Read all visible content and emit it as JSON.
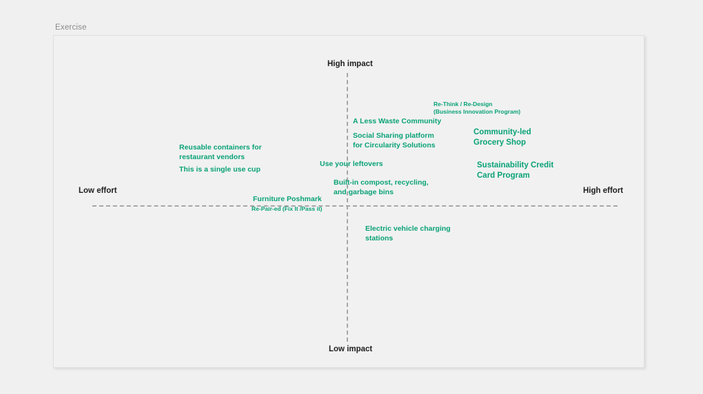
{
  "page": {
    "label": "Exercise",
    "background_color": "#f0f0f0",
    "board_color": "#f1f1f1"
  },
  "matrix": {
    "type": "impact-effort-matrix",
    "accent_color": "#0aa276",
    "axis_color": "#a6a6a6",
    "axes": {
      "top": "High impact",
      "bottom": "Low impact",
      "left": "Low effort",
      "right": "High effort"
    },
    "notes": [
      {
        "id": "rethink",
        "text": "Re-Think / Re-Design\n(Business Innovation Program)",
        "size": "sm"
      },
      {
        "id": "less-waste",
        "text": "A Less Waste Community",
        "size": "md"
      },
      {
        "id": "community",
        "text": "Community-led\nGrocery Shop",
        "size": "lg"
      },
      {
        "id": "social",
        "text": "Social Sharing platform\nfor Circularity Solutions",
        "size": "md"
      },
      {
        "id": "reusable",
        "text": "Reusable containers for\nrestaurant vendors",
        "size": "md"
      },
      {
        "id": "leftovers",
        "text": "Use your leftovers",
        "size": "md"
      },
      {
        "id": "sustain",
        "text": "Sustainability Credit\nCard Program",
        "size": "lg"
      },
      {
        "id": "singlecup",
        "text": "This is a single use cup",
        "size": "md"
      },
      {
        "id": "compost",
        "text": "Built-in compost, recycling,\nand garbage bins",
        "size": "md"
      },
      {
        "id": "furniture",
        "text": "Furniture Poshmark",
        "size": "md"
      },
      {
        "id": "repaired",
        "text": "Re-Pair-ed (Fix It /Pass it)",
        "size": "sm"
      },
      {
        "id": "ev",
        "text": "Electric vehicle charging\nstations",
        "size": "md"
      }
    ]
  }
}
